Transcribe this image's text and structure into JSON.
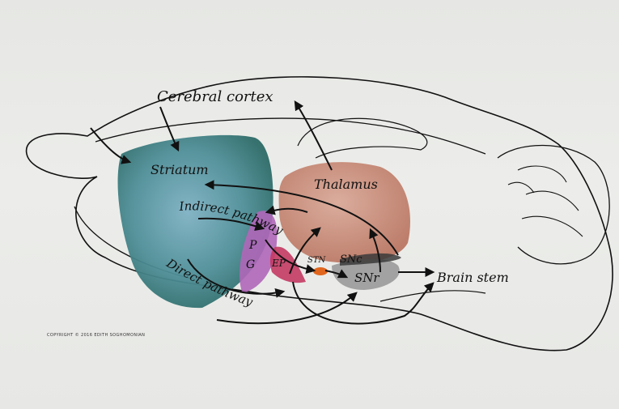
{
  "labels": {
    "cortex": "Cerebral cortex",
    "striatum": "Striatum",
    "thalamus": "Thalamus",
    "indirect_pathway": "Indirect pathway",
    "direct_pathway": "Direct pathway",
    "pg_p": "P",
    "pg_g": "G",
    "ep": "EP",
    "stn": "STN",
    "snc": "SNc",
    "snr": "SNr",
    "brain_stem": "Brain stem"
  },
  "copyright": "COPYRIGHT © 2016 EDITH SOGHOMONIAN",
  "colors": {
    "striatum": "#3f7f86",
    "thalamus": "#c98a78",
    "globus_pallidus": "#b067b9",
    "entopeduncular": "#c43a63",
    "stn": "#e0661e",
    "snr": "#9a9a9a",
    "snc": "#3a3a3a",
    "outline": "#111111"
  }
}
